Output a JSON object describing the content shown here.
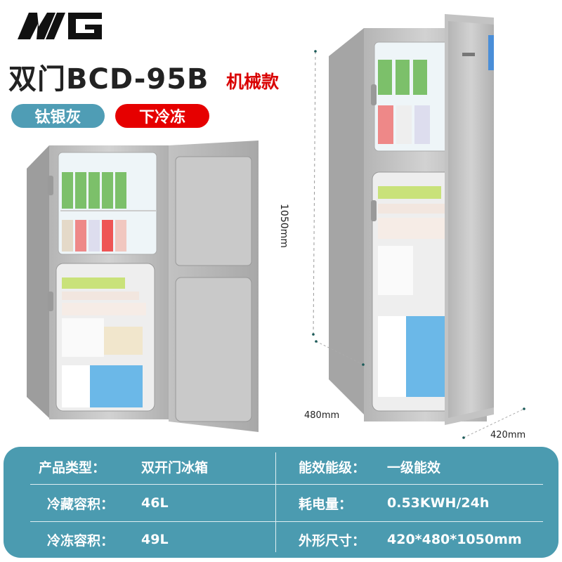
{
  "brand": {
    "logo_text": "MG"
  },
  "header": {
    "title": "双门BCD-95B",
    "subtitle": "机械款",
    "badges": [
      {
        "label": "钛银灰",
        "color": "#4f9db5"
      },
      {
        "label": "下冷冻",
        "color": "#e60000"
      }
    ]
  },
  "dimensions": {
    "height": "1050mm",
    "depth": "480mm",
    "width": "420mm"
  },
  "specs": {
    "background": "#4b9bb0",
    "rows": [
      {
        "left_label": "产品类型：",
        "left_value": "双开门冰箱",
        "right_label": "能效能级：",
        "right_value": "一级能效"
      },
      {
        "left_label": "冷藏容积：",
        "left_value": "46L",
        "right_label": "耗电量：",
        "right_value": "0.53KWH/24h"
      },
      {
        "left_label": "冷冻容积：",
        "left_value": "49L",
        "right_label": "外形尺寸：",
        "right_value": "420*480*1050mm"
      }
    ]
  }
}
